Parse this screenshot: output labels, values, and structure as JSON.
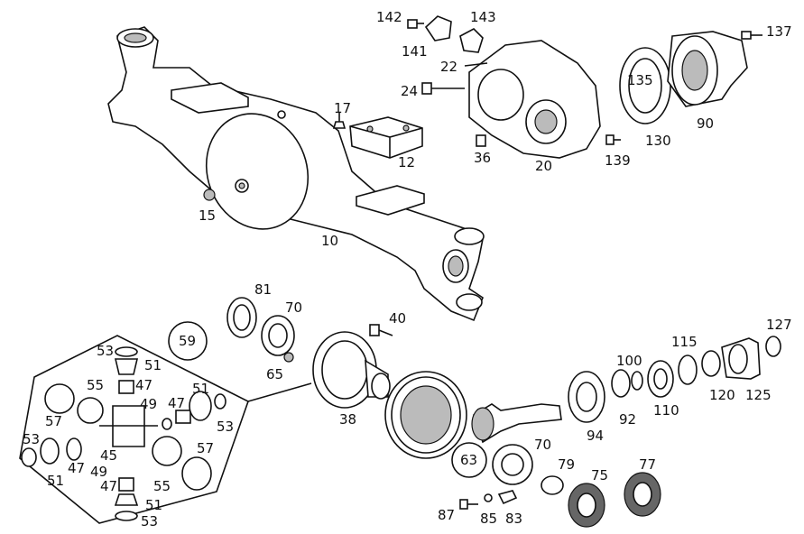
{
  "diagram": {
    "callouts": {
      "c142": "142",
      "c143": "143",
      "c141": "141",
      "c22": "22",
      "c24": "24",
      "c36": "36",
      "c20": "20",
      "c139": "139",
      "c137": "137",
      "c135": "135",
      "c130": "130",
      "c90": "90",
      "c17": "17",
      "c12": "12",
      "c15": "15",
      "c10": "10",
      "c81": "81",
      "c70a": "70",
      "c65": "65",
      "c40": "40",
      "c59": "59",
      "c38": "38",
      "c53a": "53",
      "c51a": "51",
      "c55a": "55",
      "c47a": "47",
      "c49a": "49",
      "c47b": "47",
      "c51b": "51",
      "c57a": "57",
      "c53b": "53",
      "c53c": "53",
      "c45": "45",
      "c47c": "47",
      "c49b": "49",
      "c57b": "57",
      "c51c": "51",
      "c47d": "47",
      "c55b": "55",
      "c51d": "51",
      "c53d": "53",
      "c63": "63",
      "c70b": "70",
      "c94": "94",
      "c100": "100",
      "c92": "92",
      "c110": "110",
      "c115": "115",
      "c120": "120",
      "c125": "125",
      "c127": "127",
      "c79": "79",
      "c75": "75",
      "c77": "77",
      "c87": "87",
      "c85": "85",
      "c83": "83"
    }
  }
}
